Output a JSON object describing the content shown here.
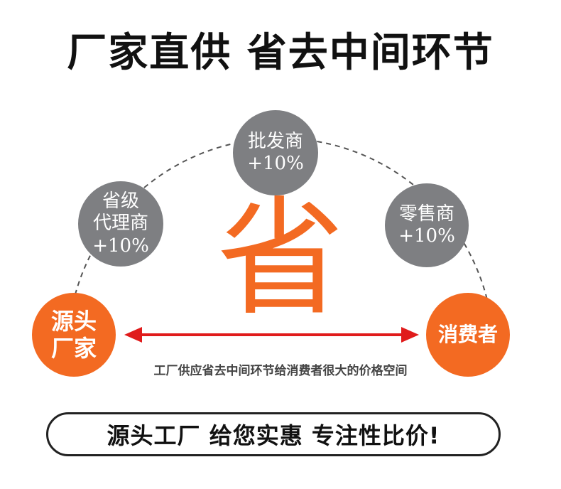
{
  "title": "厂家直供 省去中间环节",
  "nodes": {
    "provincial": {
      "name_line1": "省级",
      "name_line2": "代理商",
      "markup": "+10%"
    },
    "wholesaler": {
      "name": "批发商",
      "markup": "+10%"
    },
    "retailer": {
      "name": "零售商",
      "markup": "+10%"
    },
    "factory": {
      "line1": "源头",
      "line2": "厂家"
    },
    "consumer": {
      "name": "消费者"
    }
  },
  "center_char": "省",
  "caption": "工厂供应省去中间环节给消费者很大的价格空间",
  "banner": "源头工厂 给您实惠 专注性比价!",
  "colors": {
    "orange": "#f36a22",
    "gray": "#7e7f82",
    "arrow": "#e01b1b",
    "dash": "#555555"
  }
}
